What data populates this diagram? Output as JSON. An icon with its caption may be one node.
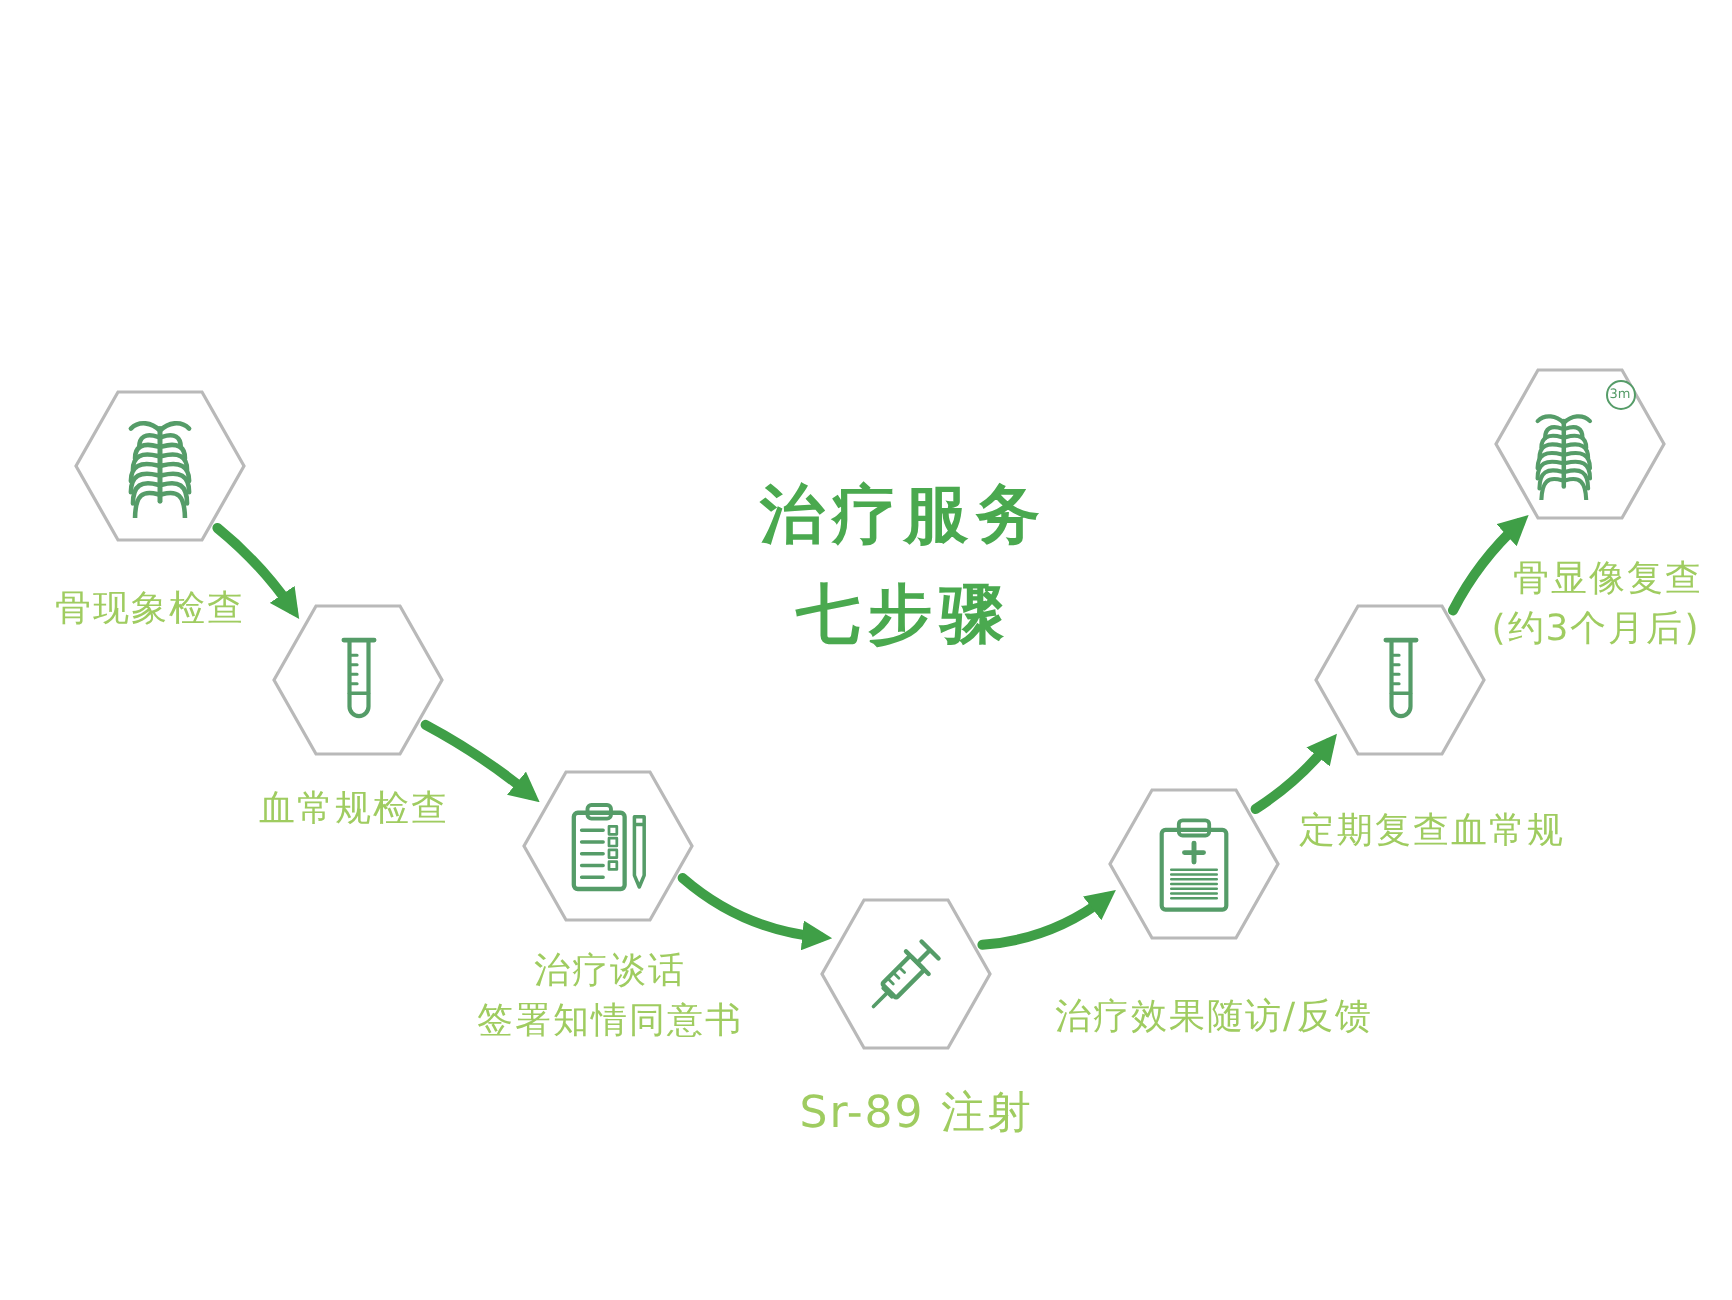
{
  "diagram": {
    "title": "治疗服务七步骤",
    "nodes": [
      {
        "text": [],
        "shape": "hexagon",
        "beside": [
          "骨现象检查"
        ]
      },
      {
        "text": [],
        "shape": "hexagon",
        "beside": [
          "血常规检查"
        ]
      },
      {
        "text": [],
        "shape": "hexagon",
        "beside": [
          "治疗谈话",
          "签署知情同意书"
        ]
      },
      {
        "text": [],
        "shape": "hexagon",
        "beside": [
          "Sr-89 注射"
        ]
      },
      {
        "text": [],
        "shape": "hexagon",
        "beside": [
          "治疗效果随访/反馈"
        ]
      },
      {
        "text": [],
        "shape": "hexagon"
      },
      {
        "text": [],
        "shape": "hexagon",
        "beside": [
          "骨显像复查",
          "(约3个月后)"
        ]
      }
    ],
    "edges": [
      {
        "from": 0,
        "to": 1,
        "arrow": "to"
      },
      {
        "from": 1,
        "to": 2,
        "arrow": "to"
      },
      {
        "from": 2,
        "to": 3,
        "arrow": "to"
      },
      {
        "from": 3,
        "to": 4,
        "arrow": "to"
      },
      {
        "from": 4,
        "to": 5,
        "arrow": "to"
      },
      {
        "from": 5,
        "to": 6,
        "arrow": "to"
      }
    ],
    "labels": [
      "3m",
      "定期复查血常规"
    ]
  }
}
